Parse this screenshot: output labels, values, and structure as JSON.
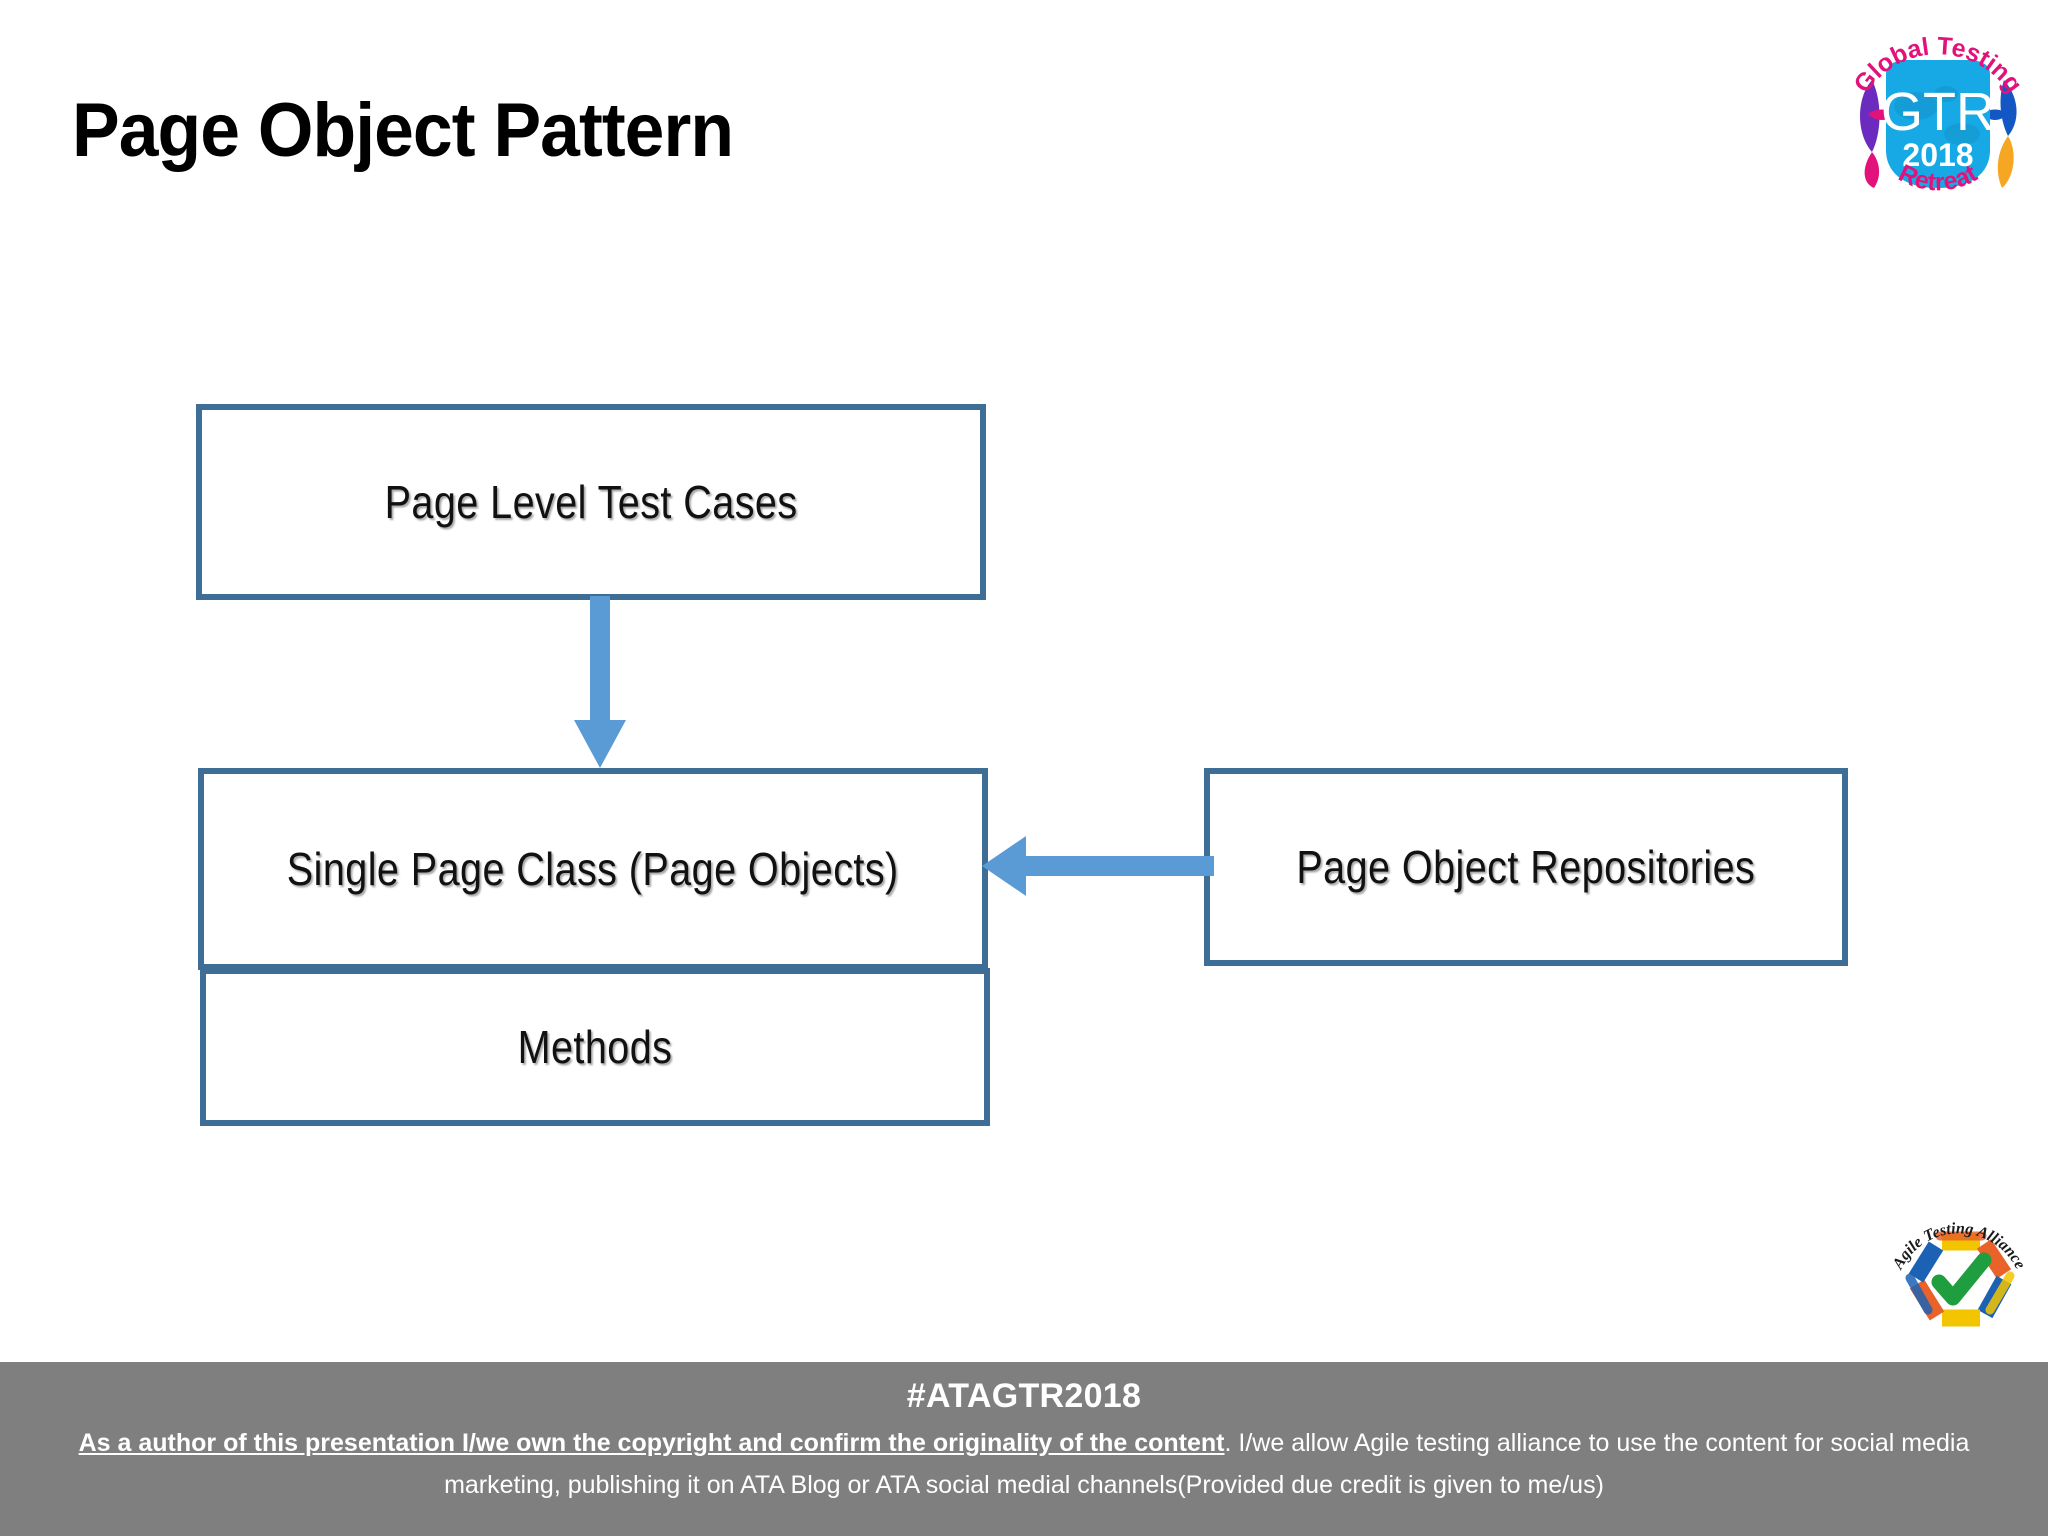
{
  "slide": {
    "title": "Page Object Pattern",
    "background_color": "#FFFFFF"
  },
  "colors": {
    "box_border": "#3E6E96",
    "arrow": "#5B9BD5",
    "footer_bg": "#7F7F7F",
    "footer_text": "#FFFFFF",
    "logo_pink": "#E3127B",
    "logo_blue": "#17A9E5"
  },
  "diagram": {
    "type": "flowchart",
    "boxes": [
      {
        "id": "page-level-test-cases",
        "label": "Page Level Test Cases"
      },
      {
        "id": "single-page-class",
        "label": "Single Page Class (Page Objects)"
      },
      {
        "id": "methods",
        "label": "Methods"
      },
      {
        "id": "page-object-repositories",
        "label": "Page Object Repositories"
      }
    ],
    "arrows": [
      {
        "id": "arrow-down",
        "from": "page-level-test-cases",
        "to": "single-page-class",
        "direction": "down"
      },
      {
        "id": "arrow-left",
        "from": "page-object-repositories",
        "to": "single-page-class",
        "direction": "left"
      }
    ]
  },
  "gtr_logo": {
    "top_arc_text": "Global Testing",
    "bottom_arc_text": "Retreat",
    "center_text": "GTR",
    "year": "2018"
  },
  "ata_logo": {
    "arc_text": "Agile Testing Alliance",
    "mark": "check-mark"
  },
  "footer": {
    "hashtag": "#ATAGTR2018",
    "disclaimer_bold": "As a author of this presentation I/we own the copyright and confirm the originality of the content",
    "disclaimer_rest": ". I/we allow Agile testing alliance to use the content for social media marketing, publishing it on ATA Blog or ATA social medial channels(Provided due credit is given to me/us)"
  }
}
